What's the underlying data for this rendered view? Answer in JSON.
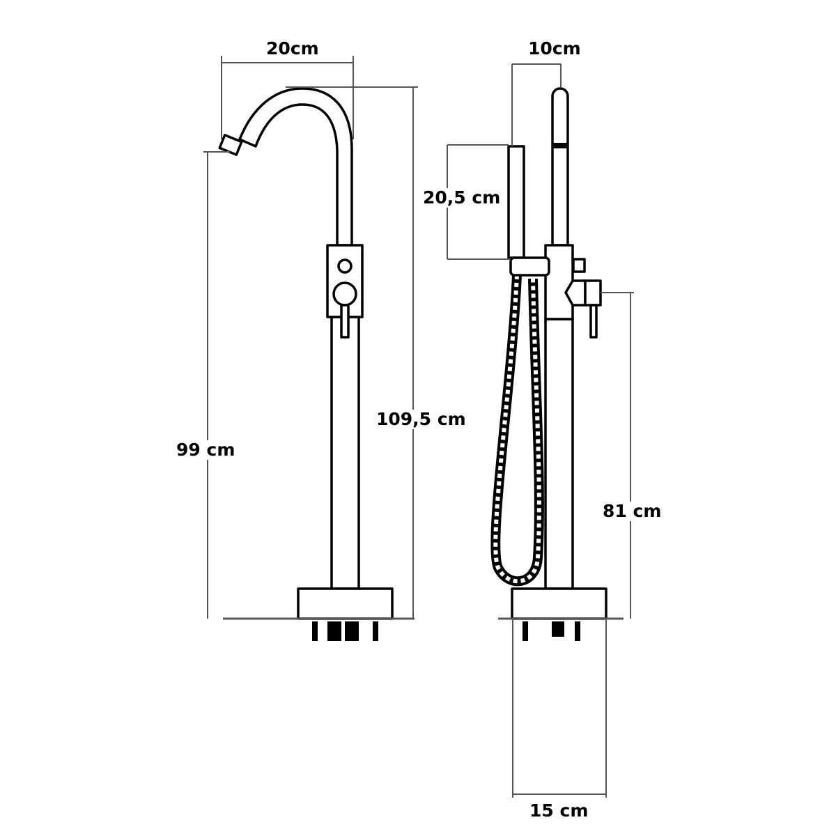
{
  "title": "Freestanding bathtub faucet dimensions",
  "front_view": {
    "spout_reach": "20cm",
    "total_height": "109,5 cm",
    "spout_height": "99 cm"
  },
  "side_view": {
    "hand_shower_offset": "10cm",
    "hand_shower_length": "20,5 cm",
    "lever_height": "81 cm",
    "base_width": "15 cm"
  }
}
